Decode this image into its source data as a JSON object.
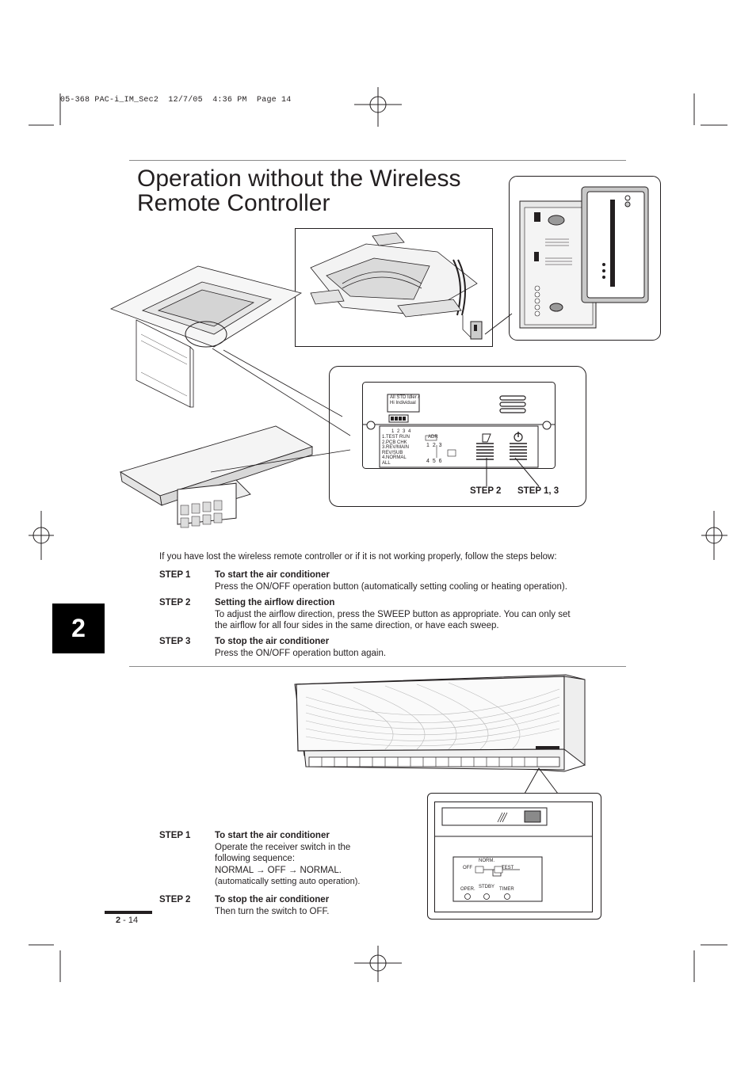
{
  "slug": "05-368 PAC-i_IM_Sec2  12/7/05  4:36 PM  Page 14",
  "title": {
    "line1": "Operation without the Wireless",
    "line2": "Remote Controller"
  },
  "panel": {
    "dip_label": "All STD Idler / Hi Individual",
    "dip_numbers": "1 2 3 4",
    "modes": [
      "1.TEST RUN",
      "2.PCB CHK",
      "3.REV/MAIN",
      "REV/SUB",
      "4.NORMAL",
      "ALL"
    ],
    "addr_label": "ADR",
    "addr_top": "1 2 3",
    "addr_bottom": "4 5 6",
    "step_labels": [
      "STEP 2",
      "STEP 1, 3"
    ]
  },
  "intro": "If you have lost the wireless remote controller or if it is not working properly, follow the steps below:",
  "cassette_steps": [
    {
      "label": "STEP 1",
      "heading": "To start the air conditioner",
      "lines": [
        "Press the ON/OFF operation button (automatically setting cooling or heating operation)."
      ]
    },
    {
      "label": "STEP 2",
      "heading": "Setting the airflow direction",
      "lines": [
        "To adjust the airflow direction, press the SWEEP button as appropriate. You can only set",
        "the airflow for all four sides in the same direction, or have each sweep."
      ]
    },
    {
      "label": "STEP 3",
      "heading": "To stop the air conditioner",
      "lines": [
        "Press the ON/OFF operation button again."
      ]
    }
  ],
  "wall_steps": [
    {
      "label": "STEP 1",
      "heading": "To start the air conditioner",
      "lines": [
        "Operate the receiver switch in the",
        "following sequence:",
        "NORMAL → OFF → NORMAL.",
        "(automatically setting auto operation)."
      ]
    },
    {
      "label": "STEP 2",
      "heading": "To stop the air conditioner",
      "lines": [
        "Then turn the switch to OFF."
      ]
    }
  ],
  "receiver": {
    "norm": "NORM.",
    "off": "OFF",
    "test": "TEST",
    "oper": "OPER.",
    "stdby": "STDBY",
    "timer": "TIMER"
  },
  "chapter_number": "2",
  "page_number": {
    "chapter": "2",
    "sep": " - ",
    "page": "14"
  }
}
